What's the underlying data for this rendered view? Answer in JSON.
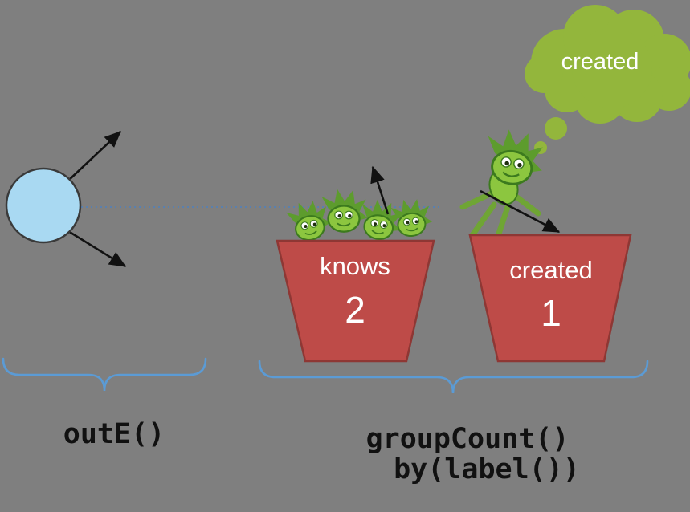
{
  "colors": {
    "background": "#7f7f7f",
    "vertex_fill": "#a9d9f2",
    "vertex_stroke": "#3a3a3a",
    "bucket_fill": "#be4b48",
    "bucket_stroke": "#8e3734",
    "cloud_fill": "#93b63c",
    "brace_stroke": "#5b9bd5",
    "dotted_line_stroke": "#4f81bd",
    "gremlin_green": "#8cc63f",
    "arrow_color": "#111111"
  },
  "thought_bubble": {
    "label": "created"
  },
  "buckets": [
    {
      "label": "knows",
      "count": "2"
    },
    {
      "label": "created",
      "count": "1"
    }
  ],
  "code_labels": {
    "left": "outE()",
    "right_line1": "groupCount()",
    "right_line2": "by(label())"
  }
}
